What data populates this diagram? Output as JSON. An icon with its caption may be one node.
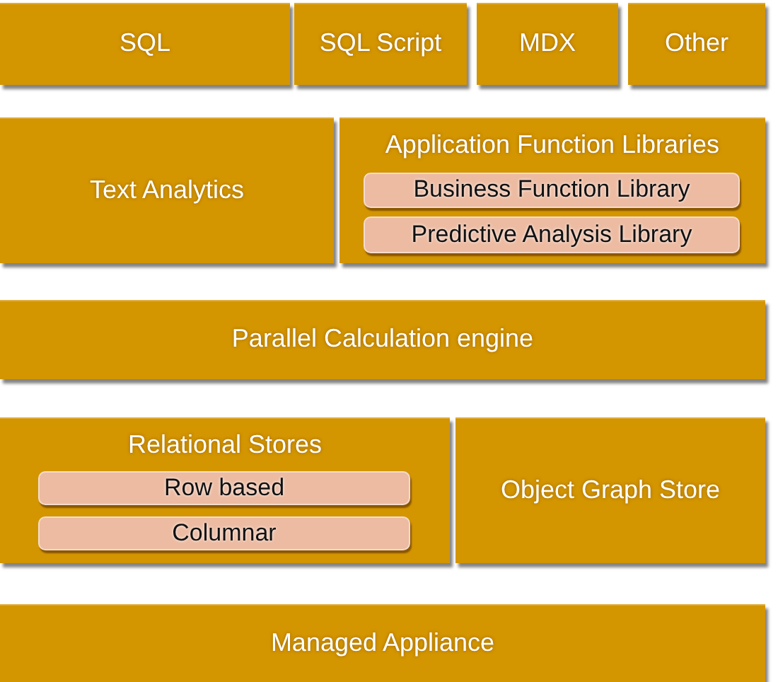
{
  "diagram": {
    "nodes": [
      {
        "text": [
          "SQL"
        ]
      },
      {
        "text": [
          "SQL Script"
        ]
      },
      {
        "text": [
          "MDX"
        ]
      },
      {
        "text": [
          "Other"
        ]
      },
      {
        "text": [
          "Text Analytics"
        ]
      },
      {
        "text": [
          "Application Function Libraries"
        ]
      },
      {
        "text": [
          "Business Function Library"
        ],
        "in": 5
      },
      {
        "text": [
          "Predictive Analysis Library"
        ],
        "in": 5
      },
      {
        "text": [
          "Parallel Calculation engine"
        ]
      },
      {
        "text": [
          "Relational Stores"
        ]
      },
      {
        "text": [
          "Row based"
        ],
        "in": 9
      },
      {
        "text": [
          "Columnar"
        ],
        "in": 9
      },
      {
        "text": [
          "Object Graph Store"
        ]
      },
      {
        "text": [
          "Managed Appliance"
        ]
      }
    ]
  }
}
